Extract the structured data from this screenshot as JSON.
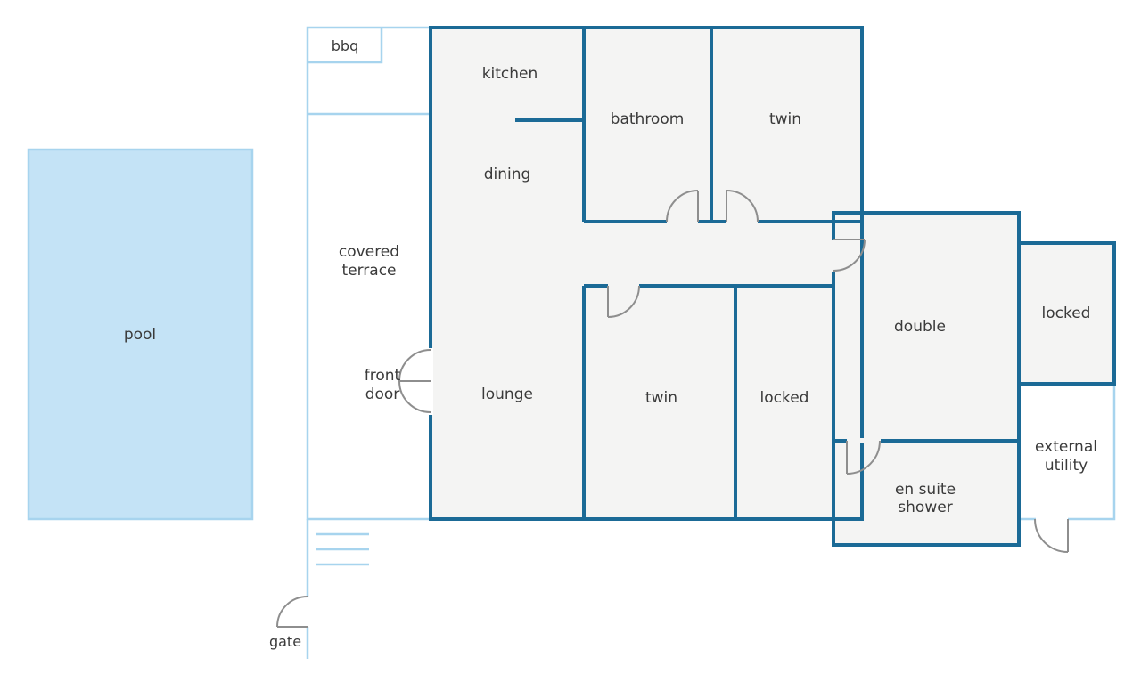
{
  "colors": {
    "interior_wall": "#1b6a96",
    "exterior_outline": "#a7d4ee",
    "pool_fill": "#c4e3f6",
    "room_fill": "#f4f4f3",
    "door": "#8e8e8e",
    "label": "#3a3a3a"
  },
  "labels": {
    "pool": "pool",
    "bbq": "bbq",
    "kitchen": "kitchen",
    "dining": "dining",
    "bathroom": "bathroom",
    "twin_upper": "twin",
    "covered_terrace_line1": "covered",
    "covered_terrace_line2": "terrace",
    "front_door_line1": "front",
    "front_door_line2": "door",
    "lounge": "lounge",
    "twin_lower": "twin",
    "locked_middle": "locked",
    "double": "double",
    "locked_right": "locked",
    "en_suite_line1": "en suite",
    "en_suite_line2": "shower",
    "external_utility_line1": "external",
    "external_utility_line2": "utility",
    "gate": "gate"
  }
}
